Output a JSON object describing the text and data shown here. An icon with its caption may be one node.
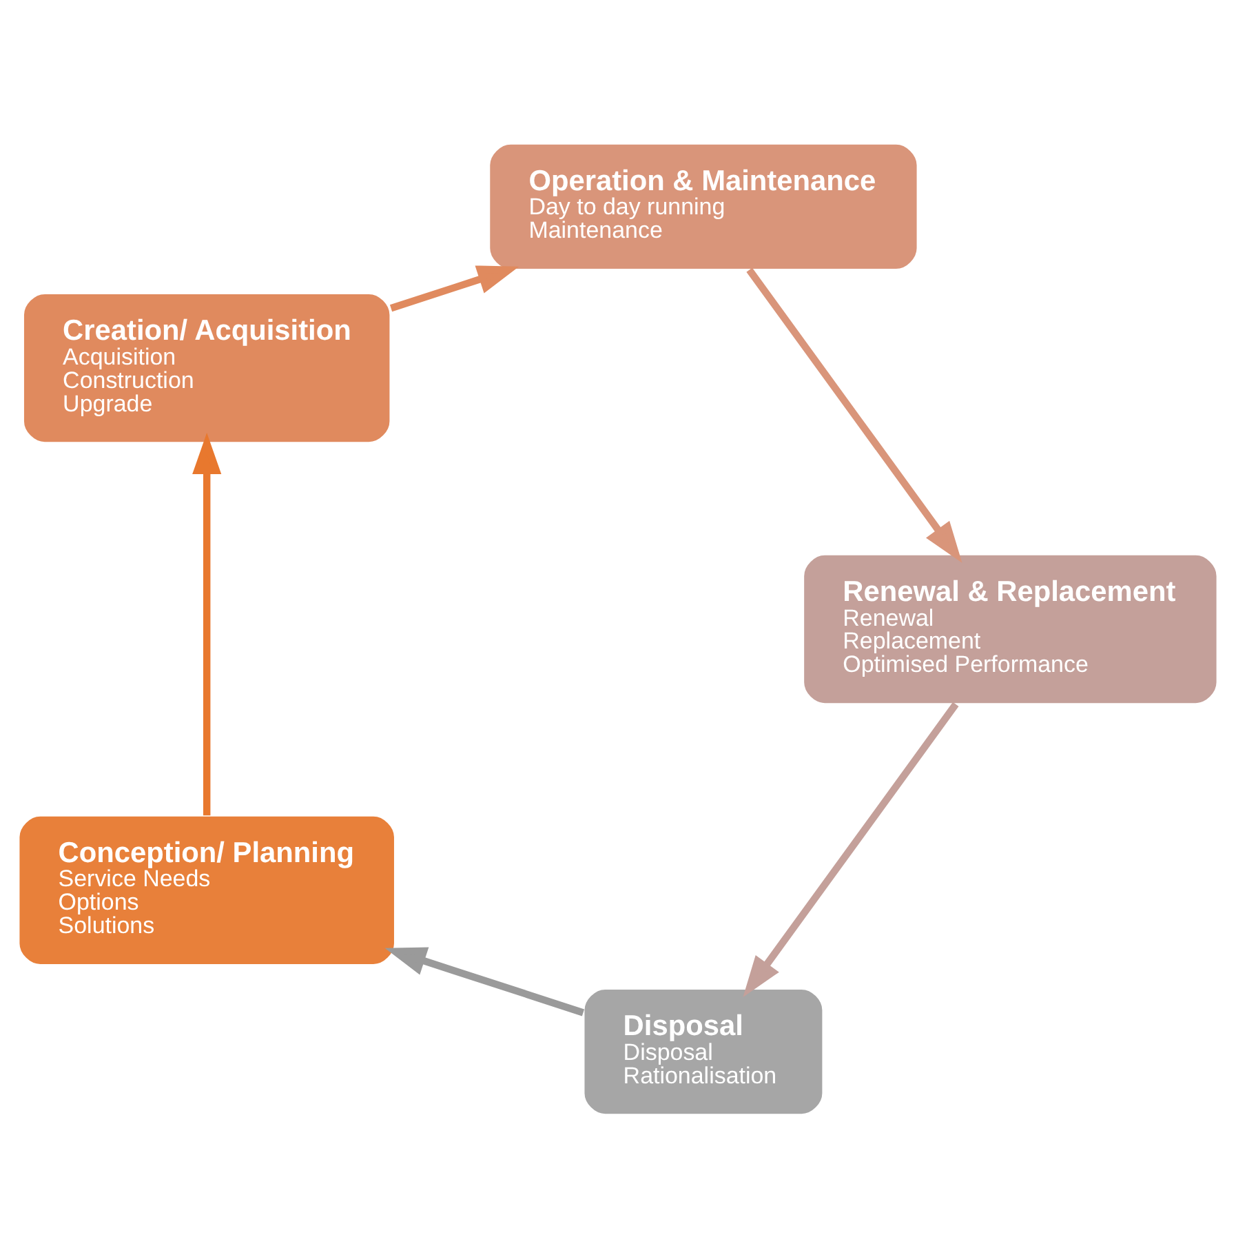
{
  "diagram": {
    "nodes": [
      {
        "text": [
          "Disposal",
          "Disposal",
          "Rationalisation"
        ]
      },
      {
        "text": [
          "Conception/ Planning",
          "Service Needs",
          "Options",
          "Solutions"
        ]
      },
      {
        "text": [
          "Creation/ Acquisition",
          "Acquisition",
          "Construction",
          "Upgrade"
        ]
      },
      {
        "text": [
          "Operation & Maintenance",
          "Day to day running",
          "Maintenance"
        ]
      },
      {
        "text": [
          "Renewal & Replacement",
          "Renewal",
          "Replacement",
          "Optimised Performance"
        ]
      }
    ],
    "edges": [
      {
        "from": 0,
        "to": 1,
        "arrow": "to",
        "color": "#9a9a9a"
      },
      {
        "from": 1,
        "to": 2,
        "arrow": "to",
        "color": "#e8782e"
      },
      {
        "from": 2,
        "to": 3,
        "arrow": "to",
        "color": "#e08a5e"
      },
      {
        "from": 3,
        "to": 4,
        "arrow": "to",
        "color": "#d9957a"
      },
      {
        "from": 4,
        "to": 0,
        "arrow": "to",
        "color": "#c4a09a"
      }
    ]
  }
}
